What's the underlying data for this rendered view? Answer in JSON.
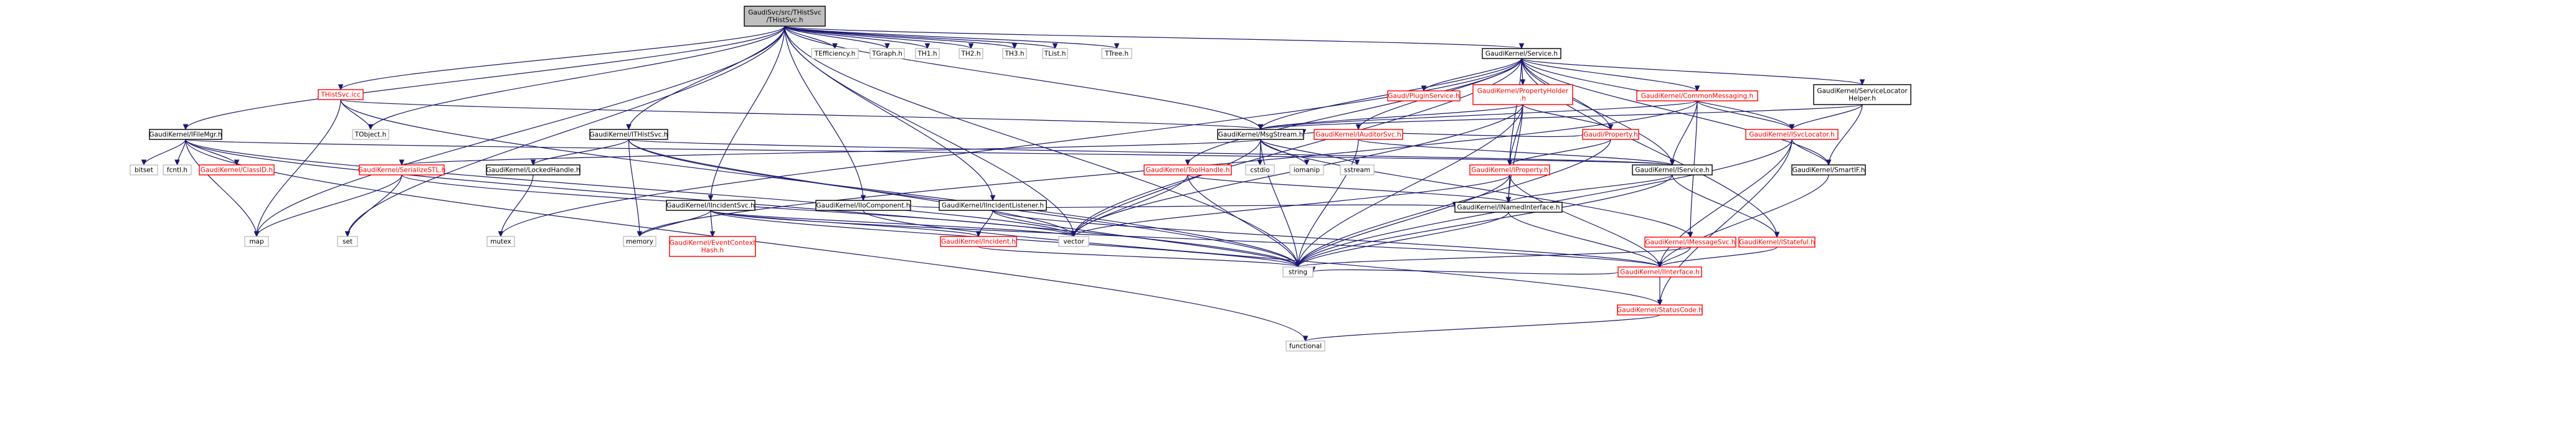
{
  "root": "GaudiSvc/src/THistSvc/THistSvc.h",
  "colors": {
    "edge": "#191970",
    "root_fill": "#bfbfbf",
    "normal_stroke": "#000000",
    "missing_stroke": "#bfbfbf",
    "link_stroke": "#ff0000",
    "link_text": "#ff0000",
    "text": "#000000"
  },
  "nodes": [
    {
      "id": "root",
      "lines": [
        "GaudiSvc/src/THistSvc",
        "/THistSvc.h"
      ],
      "kind": "root"
    },
    {
      "id": "gk_filemgr",
      "lines": [
        "GaudiKernel/IFileMgr.h"
      ],
      "kind": "normal"
    },
    {
      "id": "thistsvc_icc",
      "lines": [
        "THistSvc.icc"
      ],
      "kind": "link"
    },
    {
      "id": "gk_ithistsvc",
      "lines": [
        "GaudiKernel/ITHistSvc.h"
      ],
      "kind": "normal"
    },
    {
      "id": "gk_incidentsvc",
      "lines": [
        "GaudiKernel/IIncidentSvc.h"
      ],
      "kind": "normal"
    },
    {
      "id": "gk_iocomponent",
      "lines": [
        "GaudiKernel/IIoComponent.h"
      ],
      "kind": "normal"
    },
    {
      "id": "gk_incidentlistener",
      "lines": [
        "GaudiKernel/IIncidentListener.h"
      ],
      "kind": "normal"
    },
    {
      "id": "gk_service",
      "lines": [
        "GaudiKernel/Service.h"
      ],
      "kind": "normal"
    },
    {
      "id": "gk_msgstream",
      "lines": [
        "GaudiKernel/MsgStream.h"
      ],
      "kind": "normal"
    },
    {
      "id": "gk_svclocatorhelper",
      "lines": [
        "GaudiKernel/ServiceLocator",
        "Helper.h"
      ],
      "kind": "normal"
    },
    {
      "id": "tefficiency",
      "lines": [
        "TEfficiency.h"
      ],
      "kind": "missing"
    },
    {
      "id": "tgraph",
      "lines": [
        "TGraph.h"
      ],
      "kind": "missing"
    },
    {
      "id": "th1",
      "lines": [
        "TH1.h"
      ],
      "kind": "missing"
    },
    {
      "id": "th2",
      "lines": [
        "TH2.h"
      ],
      "kind": "missing"
    },
    {
      "id": "th3",
      "lines": [
        "TH3.h"
      ],
      "kind": "missing"
    },
    {
      "id": "tlist",
      "lines": [
        "TList.h"
      ],
      "kind": "missing"
    },
    {
      "id": "ttree",
      "lines": [
        "TTree.h"
      ],
      "kind": "missing"
    },
    {
      "id": "tobject",
      "lines": [
        "TObject.h"
      ],
      "kind": "missing"
    },
    {
      "id": "bitset",
      "lines": [
        "bitset"
      ],
      "kind": "missing"
    },
    {
      "id": "fcntl",
      "lines": [
        "fcntl.h"
      ],
      "kind": "missing"
    },
    {
      "id": "gk_classid",
      "lines": [
        "GaudiKernel/ClassID.h"
      ],
      "kind": "link"
    },
    {
      "id": "gk_serializestl",
      "lines": [
        "GaudiKernel/SerializeSTL.h"
      ],
      "kind": "link"
    },
    {
      "id": "gk_lockedhandle",
      "lines": [
        "GaudiKernel/LockedHandle.h"
      ],
      "kind": "normal"
    },
    {
      "id": "gk_eventcontexthash",
      "lines": [
        "GaudiKernel/EventContext",
        "Hash.h"
      ],
      "kind": "link"
    },
    {
      "id": "gk_incident",
      "lines": [
        "GaudiKernel/Incident.h"
      ],
      "kind": "link"
    },
    {
      "id": "gk_pluginservice",
      "lines": [
        "Gaudi/PluginService.h"
      ],
      "kind": "link"
    },
    {
      "id": "gk_propertyholder",
      "lines": [
        "GaudiKernel/PropertyHolder",
        ".h"
      ],
      "kind": "link"
    },
    {
      "id": "gk_commonmessaging",
      "lines": [
        "GaudiKernel/CommonMessaging.h"
      ],
      "kind": "link"
    },
    {
      "id": "gk_iauditorsvc",
      "lines": [
        "GaudiKernel/IAuditorSvc.h"
      ],
      "kind": "link"
    },
    {
      "id": "gaudi_property",
      "lines": [
        "Gaudi/Property.h"
      ],
      "kind": "link"
    },
    {
      "id": "gk_isvclocator",
      "lines": [
        "GaudiKernel/ISvcLocator.h"
      ],
      "kind": "link"
    },
    {
      "id": "gk_toolhandle",
      "lines": [
        "GaudiKernel/ToolHandle.h"
      ],
      "kind": "link"
    },
    {
      "id": "gk_iproperty",
      "lines": [
        "GaudiKernel/IProperty.h"
      ],
      "kind": "link"
    },
    {
      "id": "gk_iservice",
      "lines": [
        "GaudiKernel/IService.h"
      ],
      "kind": "normal"
    },
    {
      "id": "gk_smartif",
      "lines": [
        "GaudiKernel/SmartIF.h"
      ],
      "kind": "normal"
    },
    {
      "id": "gk_inamedinterface",
      "lines": [
        "GaudiKernel/INamedInterface.h"
      ],
      "kind": "normal"
    },
    {
      "id": "gk_imessagesvc",
      "lines": [
        "GaudiKernel/IMessageSvc.h"
      ],
      "kind": "link"
    },
    {
      "id": "gk_istateful",
      "lines": [
        "GaudiKernel/IStateful.h"
      ],
      "kind": "link"
    },
    {
      "id": "gk_iinterface",
      "lines": [
        "GaudiKernel/IInterface.h"
      ],
      "kind": "link"
    },
    {
      "id": "gk_statuscode",
      "lines": [
        "GaudiKernel/StatusCode.h"
      ],
      "kind": "link"
    },
    {
      "id": "map",
      "lines": [
        "map"
      ],
      "kind": "missing"
    },
    {
      "id": "set",
      "lines": [
        "set"
      ],
      "kind": "missing"
    },
    {
      "id": "mutex",
      "lines": [
        "mutex"
      ],
      "kind": "missing"
    },
    {
      "id": "memory",
      "lines": [
        "memory"
      ],
      "kind": "missing"
    },
    {
      "id": "vector",
      "lines": [
        "vector"
      ],
      "kind": "missing"
    },
    {
      "id": "string",
      "lines": [
        "string"
      ],
      "kind": "missing"
    },
    {
      "id": "cstdio",
      "lines": [
        "cstdio"
      ],
      "kind": "missing"
    },
    {
      "id": "iomanip",
      "lines": [
        "iomanip"
      ],
      "kind": "missing"
    },
    {
      "id": "sstream",
      "lines": [
        "sstream"
      ],
      "kind": "missing"
    },
    {
      "id": "functional",
      "lines": [
        "functional"
      ],
      "kind": "missing"
    }
  ],
  "edges": [
    [
      "root",
      "gk_filemgr"
    ],
    [
      "root",
      "thistsvc_icc"
    ],
    [
      "root",
      "gk_ithistsvc"
    ],
    [
      "root",
      "gk_incidentsvc"
    ],
    [
      "root",
      "gk_iocomponent"
    ],
    [
      "root",
      "gk_incidentlistener"
    ],
    [
      "root",
      "gk_service"
    ],
    [
      "root",
      "gk_msgstream"
    ],
    [
      "root",
      "tefficiency"
    ],
    [
      "root",
      "tgraph"
    ],
    [
      "root",
      "th1"
    ],
    [
      "root",
      "th2"
    ],
    [
      "root",
      "th3"
    ],
    [
      "root",
      "tlist"
    ],
    [
      "root",
      "ttree"
    ],
    [
      "root",
      "tobject"
    ],
    [
      "root",
      "map"
    ],
    [
      "root",
      "set"
    ],
    [
      "root",
      "vector"
    ],
    [
      "root",
      "string"
    ],
    [
      "gk_filemgr",
      "bitset"
    ],
    [
      "gk_filemgr",
      "fcntl"
    ],
    [
      "gk_filemgr",
      "gk_classid"
    ],
    [
      "gk_filemgr",
      "map"
    ],
    [
      "gk_filemgr",
      "string"
    ],
    [
      "gk_filemgr",
      "vector"
    ],
    [
      "gk_filemgr",
      "gk_iservice"
    ],
    [
      "gk_filemgr",
      "functional"
    ],
    [
      "thistsvc_icc",
      "tobject"
    ],
    [
      "thistsvc_icc",
      "gk_msgstream"
    ],
    [
      "thistsvc_icc",
      "map"
    ],
    [
      "thistsvc_icc",
      "string"
    ],
    [
      "gk_ithistsvc",
      "gk_iservice"
    ],
    [
      "gk_ithistsvc",
      "gk_lockedhandle"
    ],
    [
      "gk_ithistsvc",
      "memory"
    ],
    [
      "gk_ithistsvc",
      "string"
    ],
    [
      "gk_ithistsvc",
      "vector"
    ],
    [
      "gk_lockedhandle",
      "mutex"
    ],
    [
      "gk_incidentsvc",
      "gk_eventcontexthash"
    ],
    [
      "gk_incidentsvc",
      "gk_incident"
    ],
    [
      "gk_incidentsvc",
      "gk_iinterface"
    ],
    [
      "gk_incidentsvc",
      "memory"
    ],
    [
      "gk_incidentsvc",
      "string"
    ],
    [
      "gk_incidentsvc",
      "vector"
    ],
    [
      "gk_iocomponent",
      "gk_inamedinterface"
    ],
    [
      "gk_iocomponent",
      "gk_statuscode"
    ],
    [
      "gk_incidentlistener",
      "gk_iinterface"
    ],
    [
      "gk_incidentlistener",
      "gk_incident"
    ],
    [
      "gk_incidentlistener",
      "string"
    ],
    [
      "gk_incident",
      "string"
    ],
    [
      "gk_service",
      "gk_pluginservice"
    ],
    [
      "gk_service",
      "gk_propertyholder"
    ],
    [
      "gk_service",
      "gk_commonmessaging"
    ],
    [
      "gk_service",
      "gk_iauditorsvc"
    ],
    [
      "gk_service",
      "gk_svclocatorhelper"
    ],
    [
      "gk_service",
      "gaudi_property"
    ],
    [
      "gk_service",
      "gk_isvclocator"
    ],
    [
      "gk_service",
      "gk_iservice"
    ],
    [
      "gk_service",
      "gk_istateful"
    ],
    [
      "gk_service",
      "gk_smartif"
    ],
    [
      "gk_service",
      "gk_msgstream"
    ],
    [
      "gk_service",
      "gk_toolhandle"
    ],
    [
      "gk_service",
      "gk_iproperty"
    ],
    [
      "gk_service",
      "vector"
    ],
    [
      "gk_service",
      "mutex"
    ],
    [
      "gk_msgstream",
      "gk_serializestl"
    ],
    [
      "gk_msgstream",
      "cstdio"
    ],
    [
      "gk_msgstream",
      "iomanip"
    ],
    [
      "gk_msgstream",
      "sstream"
    ],
    [
      "gk_msgstream",
      "string"
    ],
    [
      "gk_msgstream",
      "vector"
    ],
    [
      "gk_msgstream",
      "gk_imessagesvc"
    ],
    [
      "gk_serializestl",
      "map"
    ],
    [
      "gk_serializestl",
      "set"
    ],
    [
      "gk_serializestl",
      "vector"
    ],
    [
      "gk_propertyholder",
      "gk_msgstream"
    ],
    [
      "gk_propertyholder",
      "gaudi_property"
    ],
    [
      "gk_propertyholder",
      "gk_iproperty"
    ],
    [
      "gk_propertyholder",
      "gk_inamedinterface"
    ],
    [
      "gk_propertyholder",
      "string"
    ],
    [
      "gk_propertyholder",
      "vector"
    ],
    [
      "gk_commonmessaging",
      "gk_msgstream"
    ],
    [
      "gk_commonmessaging",
      "gk_isvclocator"
    ],
    [
      "gk_commonmessaging",
      "gk_iservice"
    ],
    [
      "gk_commonmessaging",
      "gk_imessagesvc"
    ],
    [
      "gk_commonmessaging",
      "memory"
    ],
    [
      "gk_iauditorsvc",
      "gk_iservice"
    ],
    [
      "gk_iauditorsvc",
      "string"
    ],
    [
      "gaudi_property",
      "gk_iproperty"
    ],
    [
      "gaudi_property",
      "gk_msgstream"
    ],
    [
      "gaudi_property",
      "string"
    ],
    [
      "gk_svclocatorhelper",
      "gk_isvclocator"
    ],
    [
      "gk_svclocatorhelper",
      "gk_msgstream"
    ],
    [
      "gk_svclocatorhelper",
      "gk_smartif"
    ],
    [
      "gk_isvclocator",
      "gk_iinterface"
    ],
    [
      "gk_isvclocator",
      "gk_smartif"
    ],
    [
      "gk_isvclocator",
      "string"
    ],
    [
      "gk_isvclocator",
      "gk_statuscode"
    ],
    [
      "gk_toolhandle",
      "vector"
    ],
    [
      "gk_toolhandle",
      "string"
    ],
    [
      "gk_toolhandle",
      "gk_inamedinterface"
    ],
    [
      "gk_iproperty",
      "gk_inamedinterface"
    ],
    [
      "gk_iproperty",
      "string"
    ],
    [
      "gk_iproperty",
      "vector"
    ],
    [
      "gk_iproperty",
      "gk_iinterface"
    ],
    [
      "gk_iservice",
      "gk_inamedinterface"
    ],
    [
      "gk_iservice",
      "gk_istateful"
    ],
    [
      "gk_iservice",
      "string"
    ],
    [
      "gk_smartif",
      "gk_iinterface"
    ],
    [
      "gk_inamedinterface",
      "gk_iinterface"
    ],
    [
      "gk_inamedinterface",
      "string"
    ],
    [
      "gk_imessagesvc",
      "gk_iinterface"
    ],
    [
      "gk_imessagesvc",
      "string"
    ],
    [
      "gk_istateful",
      "gk_iinterface"
    ],
    [
      "gk_iinterface",
      "gk_statuscode"
    ],
    [
      "gk_iinterface",
      "string"
    ],
    [
      "gk_statuscode",
      "functional"
    ]
  ]
}
